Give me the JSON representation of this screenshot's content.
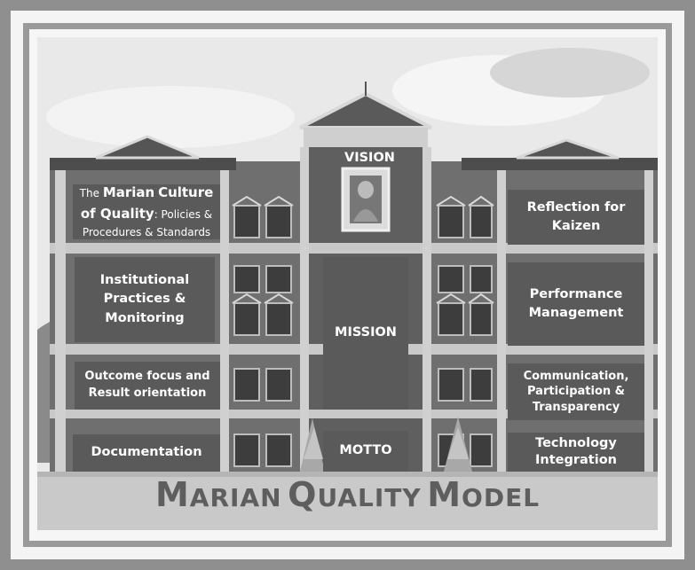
{
  "title": {
    "word1_initial": "M",
    "word1_rest": "ARIAN",
    "word2_initial": "Q",
    "word2_rest": "UALITY",
    "word3_initial": "M",
    "word3_rest": "ODEL"
  },
  "center": {
    "vision": "VISION",
    "mission": "MISSION",
    "motto": "MOTTO"
  },
  "left": {
    "culture": {
      "the": "The",
      "marian": "Marian",
      "culture": "Culture",
      "of_quality": "of Quality",
      "policies": ": Policies &",
      "procedures": "Procedures & Standards"
    },
    "practices": {
      "line1": "Institutional",
      "line2": "Practices &",
      "line3": "Monitoring"
    },
    "outcome": {
      "line1": "Outcome focus and",
      "line2": "Result orientation"
    },
    "documentation": "Documentation"
  },
  "right": {
    "reflection": {
      "line1": "Reflection for",
      "line2": "Kaizen"
    },
    "performance": {
      "line1": "Performance",
      "line2": "Management"
    },
    "communication": {
      "line1": "Communication,",
      "line2": "Participation &",
      "line3": "Transparency"
    },
    "technology": {
      "line1": "Technology",
      "line2": "Integration"
    }
  },
  "colors": {
    "panel": "#5a5a5a",
    "title_text": "#5e5e5e",
    "frame": "#8f8f8f"
  }
}
